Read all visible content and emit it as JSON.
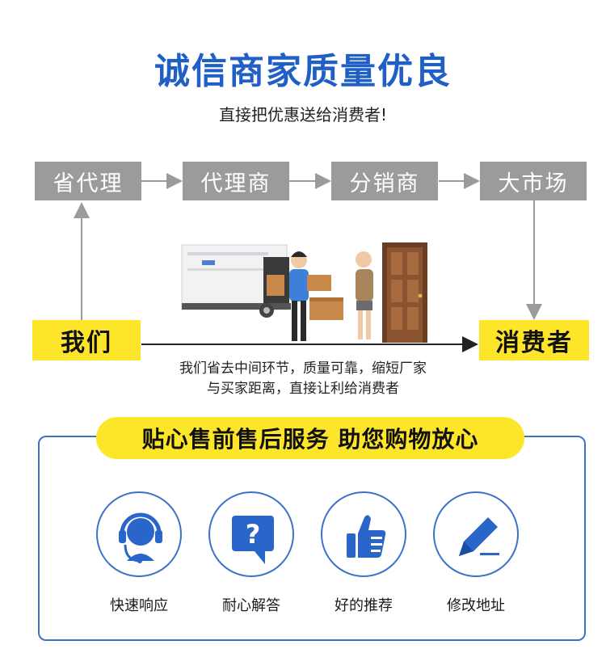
{
  "header": {
    "title": "诚信商家质量优良",
    "subtitle": "直接把优惠送给消费者!"
  },
  "chain": {
    "steps": [
      "省代理",
      "代理商",
      "分销商",
      "大市场"
    ]
  },
  "flow": {
    "start_label": "我们",
    "end_label": "消费者",
    "description_line1": "我们省去中间环节，质量可靠，缩短厂家",
    "description_line2": "与买家距离，直接让利给消费者"
  },
  "service": {
    "banner": "贴心售前售后服务 助您购物放心",
    "items": [
      {
        "label": "快速响应",
        "icon": "headset-icon"
      },
      {
        "label": "耐心解答",
        "icon": "question-chat-icon"
      },
      {
        "label": "好的推荐",
        "icon": "thumbs-up-icon"
      },
      {
        "label": "修改地址",
        "icon": "pencil-edit-icon"
      }
    ]
  },
  "colors": {
    "title_blue": "#1f5fc6",
    "chain_gray": "#9b9b9b",
    "highlight_yellow": "#fde52a",
    "panel_border": "#3d73c7"
  }
}
